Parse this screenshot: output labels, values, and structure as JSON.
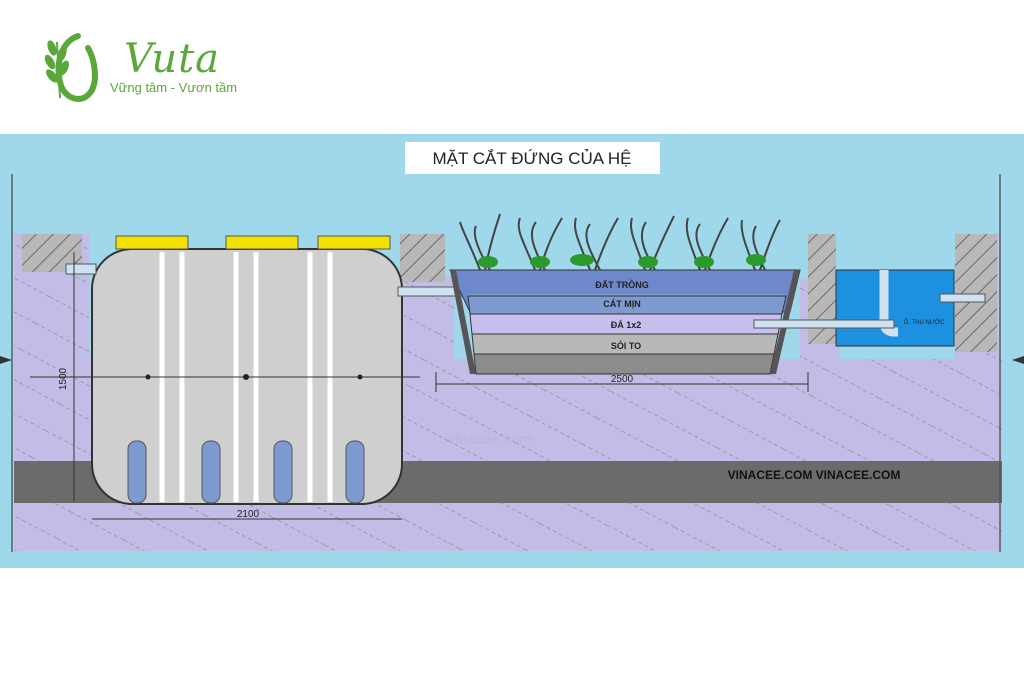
{
  "brand": {
    "name": "Vuta",
    "tagline": "Vững tâm - Vươn tầm",
    "logo_icon": "leaf-wheat-icon",
    "color": "#5aa83a"
  },
  "diagram": {
    "title": "MẶT CẮT ĐỨNG CỦA HỆ",
    "layers": {
      "top": "ĐẤT TRỒNG",
      "second": "CÁT MỊN",
      "third": "ĐÁ 1x2",
      "bottom": "SỎI TO"
    },
    "dimensions": {
      "tank_width": "2100",
      "tank_height": "1500",
      "wetland_width": "2500"
    },
    "outlet_label": "Ố. THU NƯỚC",
    "watermarks": {
      "faint": "vinacee.com",
      "bold": "VINACEE.COM  VINACEE.COM"
    },
    "colors": {
      "sky": "#9ed8ea",
      "ground": "#c2bde6",
      "tank": "#cfcfcf",
      "lid": "#f2e200",
      "water": "#1e90e0",
      "plant": "#2a9a2a"
    }
  }
}
